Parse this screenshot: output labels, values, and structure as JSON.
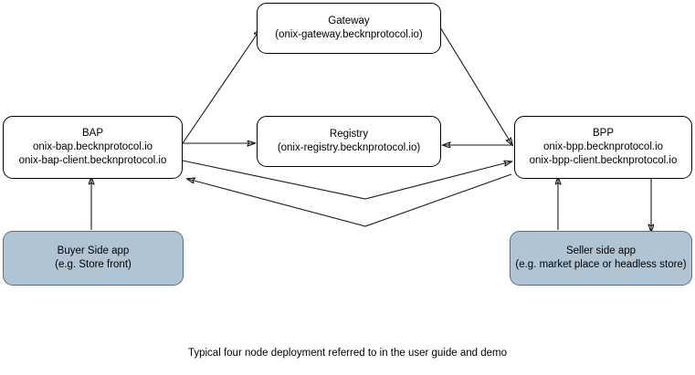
{
  "diagram": {
    "title_caption": "Typical four node deployment referred to in the user guide and demo",
    "colors": {
      "node_fill": "#ffffff",
      "node_stroke": "#000000",
      "shaded_fill": "#b0c4d4",
      "shaded_stroke": "#55708a",
      "edge_stroke": "#1a1a1a",
      "background": "#ffffff"
    },
    "nodes": {
      "gateway": {
        "name": "Gateway",
        "line1": "Gateway",
        "line2": "(onix-gateway.becknprotocol.io)",
        "shaded": "false"
      },
      "bap": {
        "name": "BAP",
        "line1": "BAP",
        "line2": "onix-bap.becknprotocol.io",
        "line3": "onix-bap-client.becknprotocol.io",
        "shaded": "false"
      },
      "registry": {
        "name": "Registry",
        "line1": "Registry",
        "line2": "(onix-registry.becknprotocol.io)",
        "shaded": "false"
      },
      "bpp": {
        "name": "BPP",
        "line1": "BPP",
        "line2": "onix-bpp.becknprotocol.io",
        "line3": "onix-bpp-client.becknprotocol.io",
        "shaded": "false"
      },
      "buyer": {
        "name": "Buyer Side app",
        "line1": "Buyer Side app",
        "line2": "(e.g. Store front)",
        "shaded": "true"
      },
      "seller": {
        "name": "Seller side app",
        "line1": "Seller side app",
        "line2": "(e.g. market place or headless store)",
        "shaded": "true"
      }
    },
    "edges": [
      {
        "id": "bap-to-gateway",
        "from": "bap",
        "to": "gateway",
        "label": "",
        "arrowheads": "end"
      },
      {
        "id": "gateway-to-bpp",
        "from": "gateway",
        "to": "bpp",
        "label": "",
        "arrowheads": "end"
      },
      {
        "id": "bap-to-registry",
        "from": "bap",
        "to": "registry",
        "label": "",
        "arrowheads": "end"
      },
      {
        "id": "bpp-to-registry",
        "from": "bpp",
        "to": "registry",
        "label": "",
        "arrowheads": "end"
      },
      {
        "id": "bap-to-bpp",
        "from": "bap",
        "to": "bpp",
        "label": "",
        "arrowheads": "end"
      },
      {
        "id": "bpp-to-bap",
        "from": "bpp",
        "to": "bap",
        "label": "",
        "arrowheads": "end"
      },
      {
        "id": "buyer-to-bap",
        "from": "buyer",
        "to": "bap",
        "label": "",
        "arrowheads": "end"
      },
      {
        "id": "seller-to-bpp",
        "from": "seller",
        "to": "bpp",
        "label": "",
        "arrowheads": "end"
      },
      {
        "id": "bpp-to-seller",
        "from": "bpp",
        "to": "seller",
        "label": "",
        "arrowheads": "end"
      }
    ]
  }
}
